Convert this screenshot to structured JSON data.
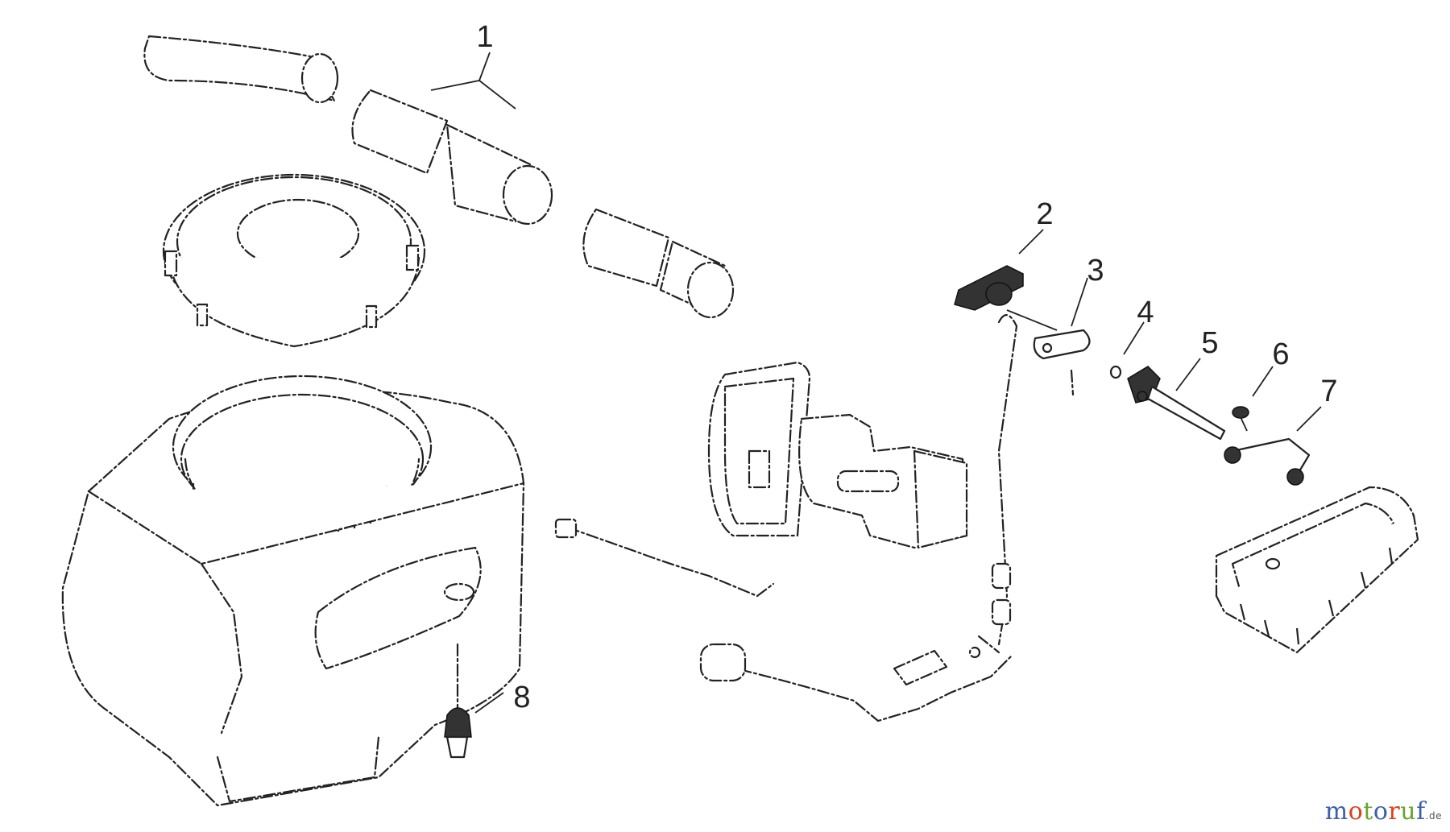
{
  "diagram": {
    "callouts": [
      {
        "id": "1",
        "label": "1"
      },
      {
        "id": "2",
        "label": "2"
      },
      {
        "id": "3",
        "label": "3"
      },
      {
        "id": "4",
        "label": "4"
      },
      {
        "id": "5",
        "label": "5"
      },
      {
        "id": "6",
        "label": "6"
      },
      {
        "id": "7",
        "label": "7"
      },
      {
        "id": "8",
        "label": "8"
      }
    ]
  },
  "watermark": {
    "letters": [
      "m",
      "o",
      "t",
      "o",
      "r",
      "u",
      "f"
    ],
    "letter_colors": [
      "#3b5fa8",
      "#e0401a",
      "#6aa332",
      "#3b5fa8",
      "#e0401a",
      "#6aa332",
      "#3b5fa8"
    ],
    "tld": ".de"
  }
}
